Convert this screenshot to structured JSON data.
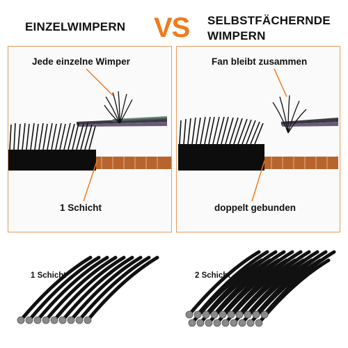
{
  "header": {
    "left_title": "EINZELWIMPERN",
    "vs": "VS",
    "right_title_line1": "SELBSTFÄCHERNDE",
    "right_title_line2": "WIMPERN"
  },
  "left_panel": {
    "top_label": "Jede einzelne Wimper",
    "bottom_label": "1 Schicht"
  },
  "right_panel": {
    "top_label": "Fan bleibt zusammen",
    "bottom_label": "doppelt gebunden"
  },
  "bottom_left": {
    "label": "1 Schicht"
  },
  "bottom_right": {
    "label": "2 Schicht"
  },
  "colors": {
    "accent": "#f07a1e",
    "panel_border": "#e69a5a",
    "tape": "#b8652d",
    "lash": "#111111",
    "lash_end": "#8a8a8a"
  },
  "icons": [
    "tweezers-icon",
    "lash-strip-icon",
    "lash-fan-icon",
    "lash-bundle-icon"
  ]
}
